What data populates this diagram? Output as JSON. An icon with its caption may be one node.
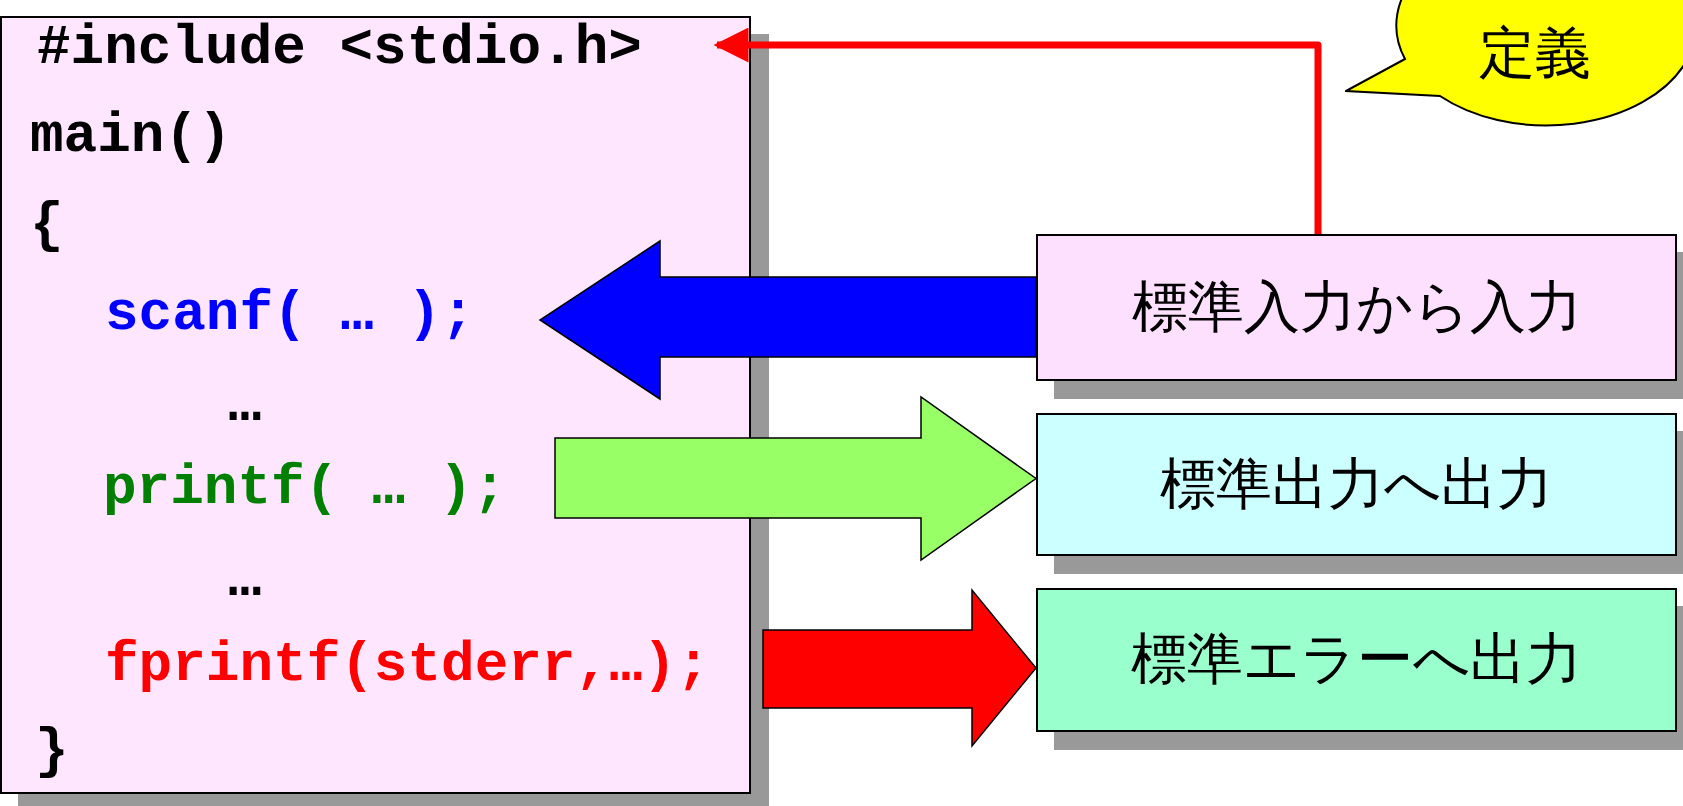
{
  "diagram": {
    "nodes": [
      {
        "text": [
          "main()",
          "{",
          "…",
          "…",
          "}"
        ]
      },
      {
        "text": [
          "#include <stdio.h>"
        ],
        "in": 0
      },
      {
        "text": [
          "scanf( … );"
        ],
        "in": 0
      },
      {
        "text": [
          "printf( … );"
        ],
        "in": 0
      },
      {
        "text": [
          "fprintf(stderr,…);"
        ],
        "in": 0
      },
      {
        "text": [
          "標準入力から入力"
        ]
      },
      {
        "text": [
          "標準出力へ出力"
        ]
      },
      {
        "text": [
          "標準エラーへ出力"
        ]
      },
      {
        "text": [
          "定義"
        ]
      }
    ],
    "edges": [
      {
        "from": 5,
        "to": 1,
        "arrow": "to",
        "color": "#ff0000"
      },
      {
        "from": 5,
        "to": 2,
        "arrow": "to",
        "color": "#0000ff"
      },
      {
        "from": 3,
        "to": 6,
        "arrow": "to",
        "color": "#99ff66"
      },
      {
        "from": 4,
        "to": 7,
        "arrow": "to",
        "color": "#ff0000"
      }
    ]
  }
}
